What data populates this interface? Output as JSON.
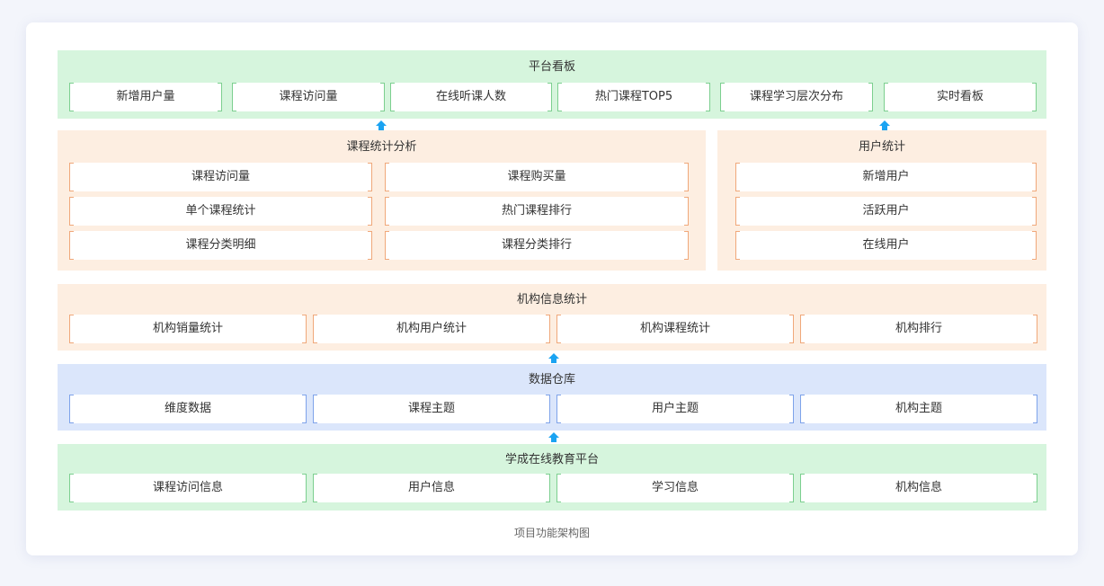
{
  "caption": "项目功能架构图",
  "colors": {
    "green_bg": "#d6f5dd",
    "orange_bg": "#fdeee1",
    "blue_bg": "#dbe6fb",
    "arrow": "#1aa3f2"
  },
  "platform": {
    "title": "平台看板",
    "items": [
      "新增用户量",
      "课程访问量",
      "在线听课人数",
      "热门课程TOP5",
      "课程学习层次分布",
      "实时看板"
    ]
  },
  "course_stats": {
    "title": "课程统计分析",
    "items": [
      "课程访问量",
      "课程购买量",
      "单个课程统计",
      "热门课程排行",
      "课程分类明细",
      "课程分类排行"
    ]
  },
  "user_stats": {
    "title": "用户统计",
    "items": [
      "新增用户",
      "活跃用户",
      "在线用户"
    ]
  },
  "org_stats": {
    "title": "机构信息统计",
    "items": [
      "机构销量统计",
      "机构用户统计",
      "机构课程统计",
      "机构排行"
    ]
  },
  "warehouse": {
    "title": "数据仓库",
    "items": [
      "维度数据",
      "课程主题",
      "用户主题",
      "机构主题"
    ]
  },
  "source": {
    "title": "学成在线教育平台",
    "items": [
      "课程访问信息",
      "用户信息",
      "学习信息",
      "机构信息"
    ]
  }
}
